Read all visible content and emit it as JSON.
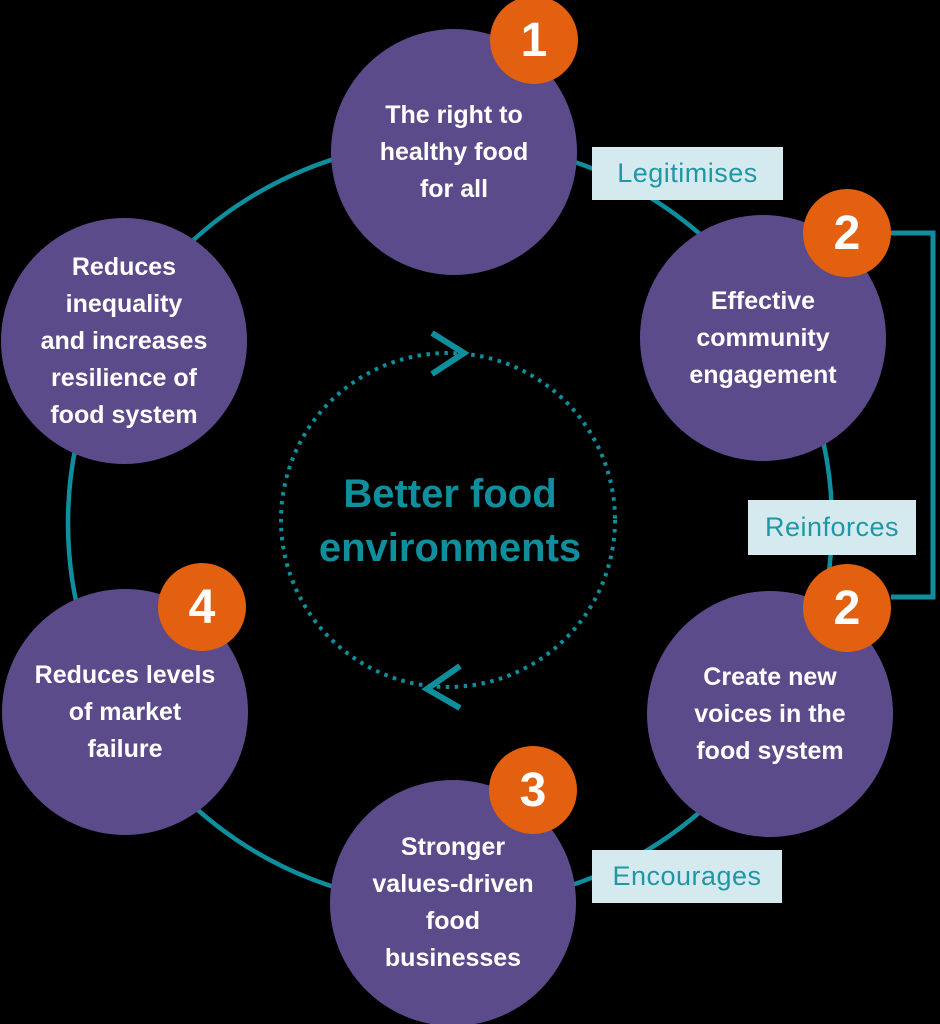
{
  "diagram": {
    "title": "Better food environments cycle",
    "center_label": "Better food\nenvironments",
    "colors": {
      "node_fill": "#5C4B8A",
      "badge_fill": "#E2600F",
      "line_teal": "#0F8F9E",
      "edge_label_bg": "#D5EAEE",
      "edge_label_text": "#2097A5",
      "node_text": "#FFFFFF",
      "background": "#000000"
    },
    "nodes": [
      {
        "id": "right-to-healthy-food",
        "badge": "1",
        "label": "The right to\nhealthy food\nfor all"
      },
      {
        "id": "effective-community-engagement",
        "badge": "2",
        "label": "Effective\ncommunity\nengagement"
      },
      {
        "id": "create-new-voices",
        "badge": "2",
        "label": "Create new\nvoices in the\nfood system"
      },
      {
        "id": "stronger-values-driven-businesses",
        "badge": "3",
        "label": "Stronger\nvalues-driven\nfood\nbusinesses"
      },
      {
        "id": "reduces-market-failure",
        "badge": "4",
        "label": "Reduces levels\nof market\nfailure"
      },
      {
        "id": "reduces-inequality",
        "badge": null,
        "label": "Reduces\ninequality\nand increases\nresilience of\nfood system"
      }
    ],
    "edge_labels": [
      {
        "id": "legitimises",
        "text": "Legitimises"
      },
      {
        "id": "reinforces",
        "text": "Reinforces"
      },
      {
        "id": "encourages",
        "text": "Encourages"
      }
    ]
  }
}
